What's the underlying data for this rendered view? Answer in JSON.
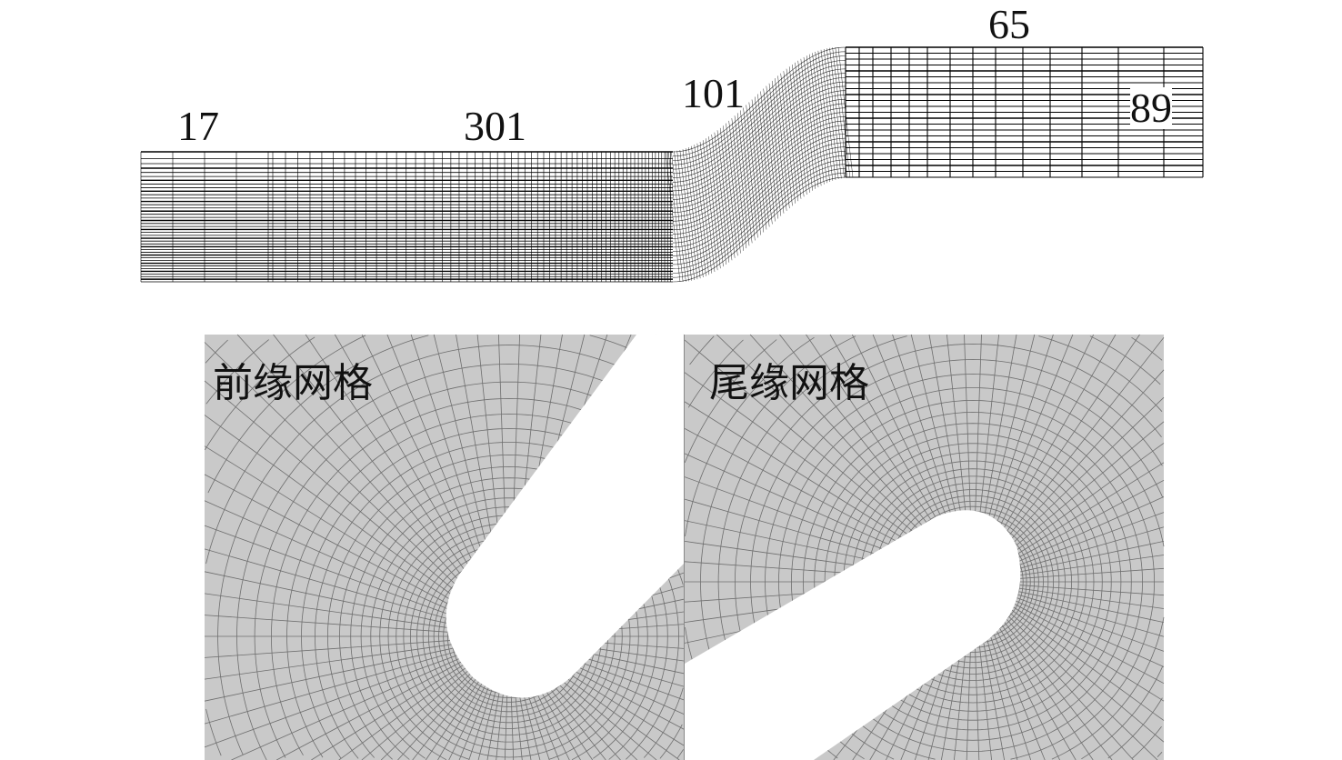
{
  "top_mesh": {
    "labels": {
      "inlet_block": "17",
      "upstream_block": "301",
      "blade_passage_block": "101",
      "outlet_upper_block": "65",
      "outlet_block": "89"
    }
  },
  "detail_panels": [
    {
      "caption": "前缘网格"
    },
    {
      "caption": "尾缘网格"
    }
  ],
  "colors": {
    "mesh_line": "#000000",
    "detail_bg": "#c9c9c9",
    "detail_line": "#6e6e6e"
  }
}
